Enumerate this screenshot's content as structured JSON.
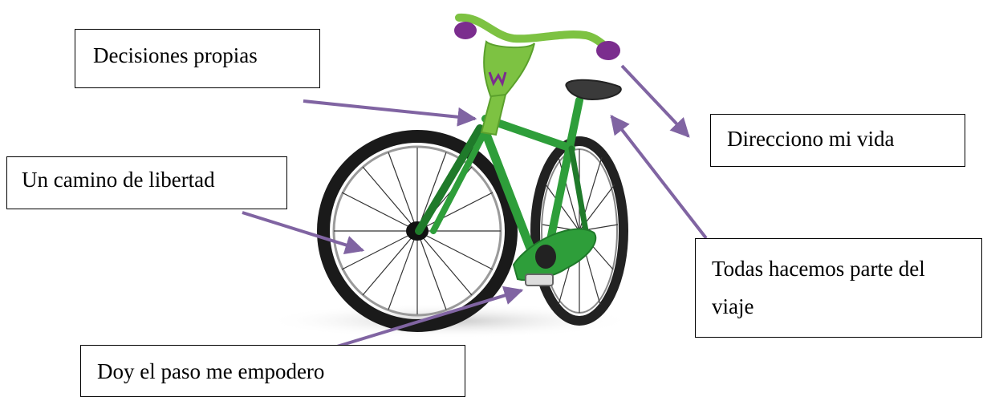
{
  "labels": {
    "decisiones": "Decisiones propias",
    "direcciono": "Direcciono mi vida",
    "camino": "Un camino de libertad",
    "todas_line1": "Todas hacemos parte del",
    "todas_line2": "viaje",
    "doy": "Doy el paso me empodero"
  },
  "colors": {
    "arrow": "#8064A2",
    "frame": "#2E9E3A",
    "frame_dark": "#1F7A2A",
    "bar": "#7DC242",
    "accent": "#7B2D8E",
    "tire": "#222222"
  }
}
